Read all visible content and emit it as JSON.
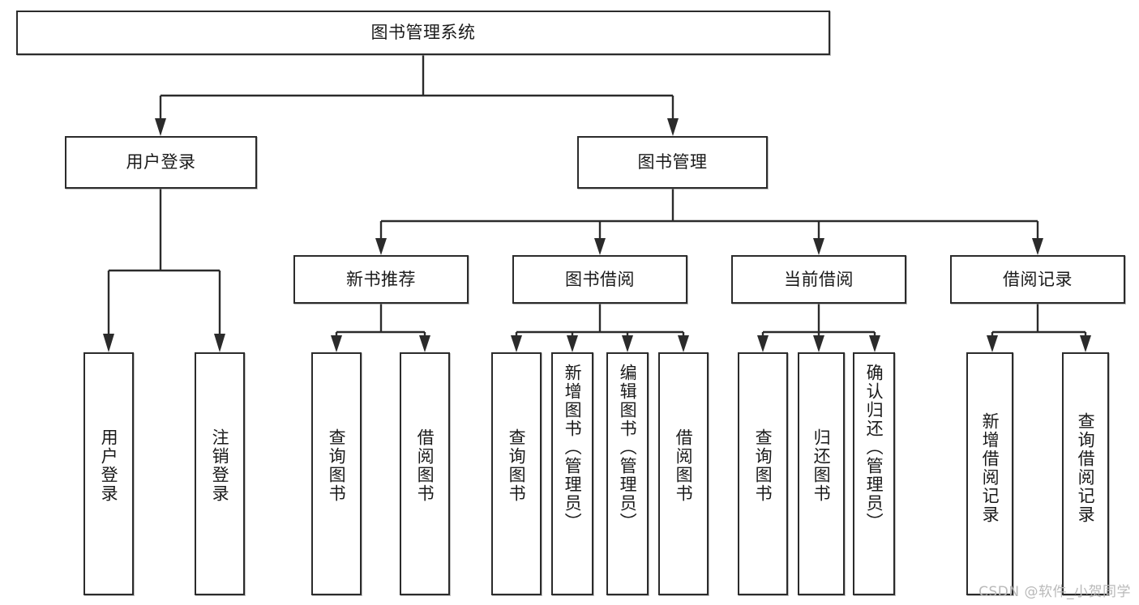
{
  "diagram": {
    "type": "tree",
    "title": "图书管理系统",
    "root": {
      "label": "图书管理系统"
    },
    "level2": [
      {
        "label": "用户登录"
      },
      {
        "label": "图书管理"
      }
    ],
    "level3": [
      {
        "label": "新书推荐"
      },
      {
        "label": "图书借阅"
      },
      {
        "label": "当前借阅"
      },
      {
        "label": "借阅记录"
      }
    ],
    "leaves": {
      "user_login": [
        {
          "label": "用户登录"
        },
        {
          "label": "注销登录"
        }
      ],
      "new_book": [
        {
          "label": "查询图书"
        },
        {
          "label": "借阅图书"
        }
      ],
      "book_borrow": [
        {
          "label": "查询图书"
        },
        {
          "label": "新增图书（管理员）"
        },
        {
          "label": "编辑图书（管理员）"
        },
        {
          "label": "借阅图书"
        }
      ],
      "current_borrow": [
        {
          "label": "查询图书"
        },
        {
          "label": "归还图书"
        },
        {
          "label": "确认归还（管理员）"
        }
      ],
      "borrow_record": [
        {
          "label": "新增借阅记录"
        },
        {
          "label": "查询借阅记录"
        }
      ]
    }
  },
  "watermark": {
    "text": "CSDN @软件_小贺同学"
  },
  "colors": {
    "stroke": "#2b2b2b",
    "box_fill": "#ffffff",
    "text": "#1a1a1a",
    "watermark": "#b9b9b9",
    "background": "#ffffff"
  }
}
